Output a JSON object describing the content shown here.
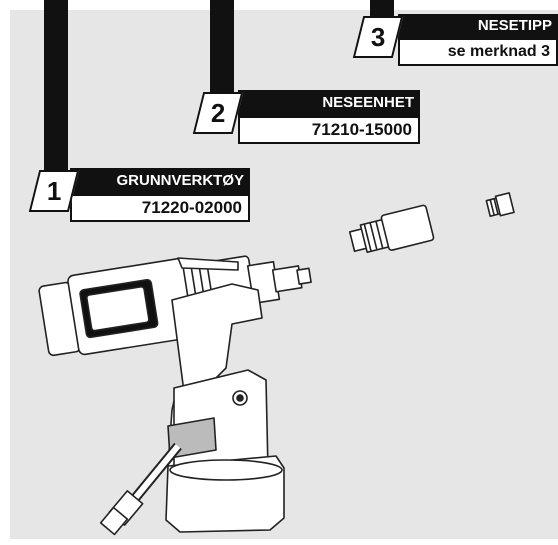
{
  "callouts": [
    {
      "number": "1",
      "title": "GRUNNVERKTØY",
      "code": "71220-02000"
    },
    {
      "number": "2",
      "title": "NESEENHET",
      "code": "71210-15000"
    },
    {
      "number": "3",
      "title": "NESETIPP",
      "code": "se merknad 3"
    }
  ]
}
